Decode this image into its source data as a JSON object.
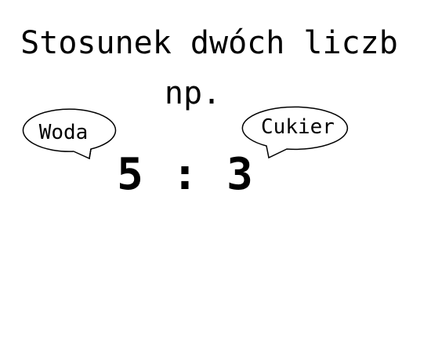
{
  "title": "Stosunek dwóch liczb",
  "subtitle": "np.",
  "bubbles": {
    "left": "Woda",
    "right": "Cukier"
  },
  "ratio": {
    "left": "5",
    "separator": ":",
    "right": "3"
  }
}
